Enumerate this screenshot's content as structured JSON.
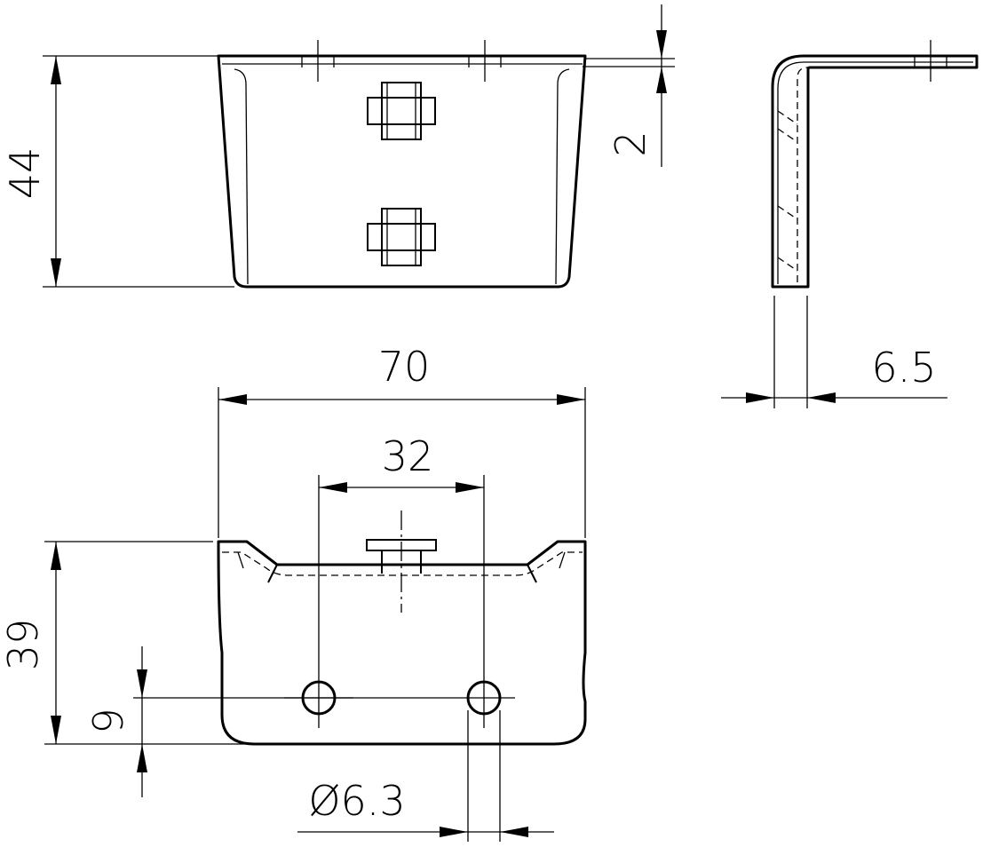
{
  "drawing": {
    "title": "",
    "dimensions": {
      "height_top_view": "44",
      "flange_thickness": "2",
      "leg_offset": "6.5",
      "overall_width": "70",
      "hole_spacing": "32",
      "front_height": "39",
      "hole_height": "9",
      "hole_diameter": "Ø6.3"
    }
  }
}
